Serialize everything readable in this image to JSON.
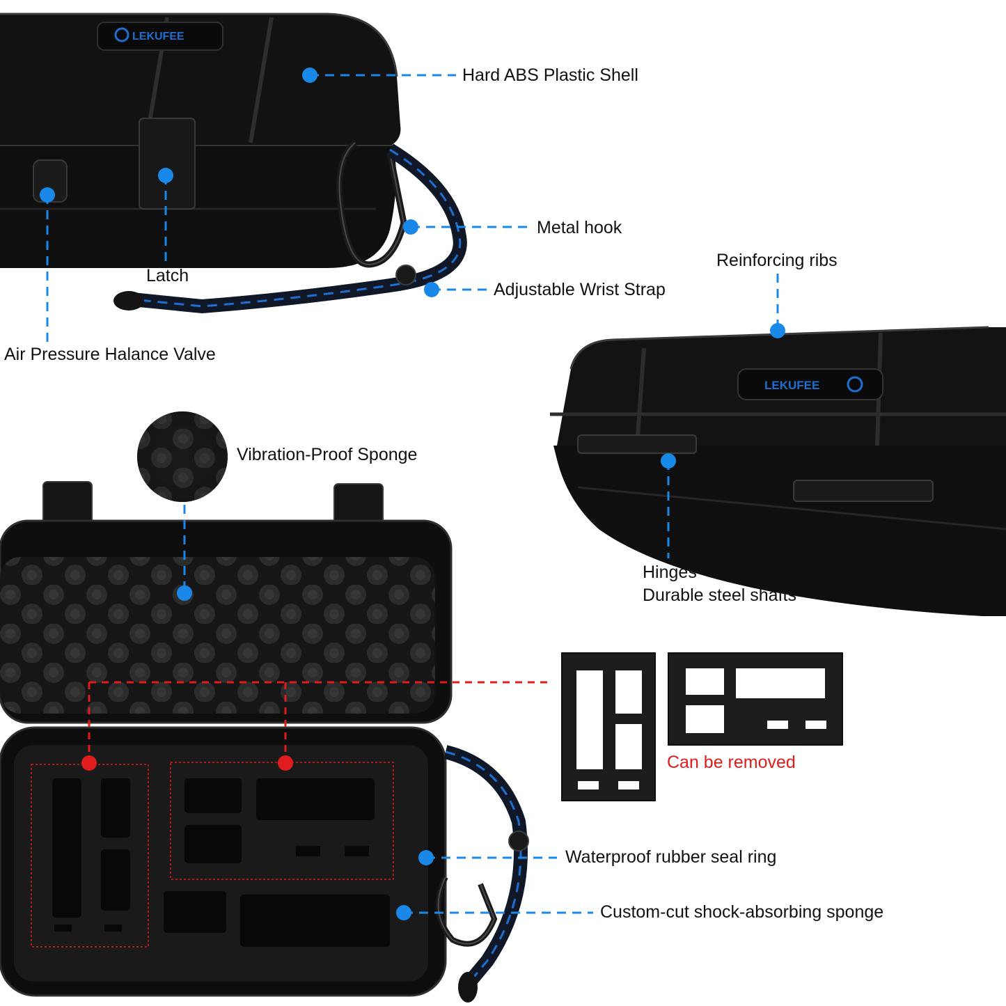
{
  "brand": {
    "logo_text": "LEKUFEE"
  },
  "colors": {
    "callout_blue": "#1a88e8",
    "callout_red": "#e01c1c",
    "case_black": "#121212",
    "case_edge": "#2a2a2a",
    "foam": "#1c1c1c",
    "strap_blue": "#1e6fd0"
  },
  "callouts": {
    "hard_shell": "Hard ABS Plastic Shell",
    "metal_hook": "Metal hook",
    "latch": "Latch",
    "wrist_strap": "Adjustable Wrist Strap",
    "valve": "Air Pressure Halance Valve",
    "ribs": "Reinforcing ribs",
    "sponge": "Vibration-Proof Sponge",
    "hinges": "Hinges",
    "steel_shafts": "Durable steel shafts",
    "removable": "Can be removed",
    "seal_ring": "Waterproof rubber seal ring",
    "custom_sponge": "Custom-cut shock-absorbing sponge"
  }
}
